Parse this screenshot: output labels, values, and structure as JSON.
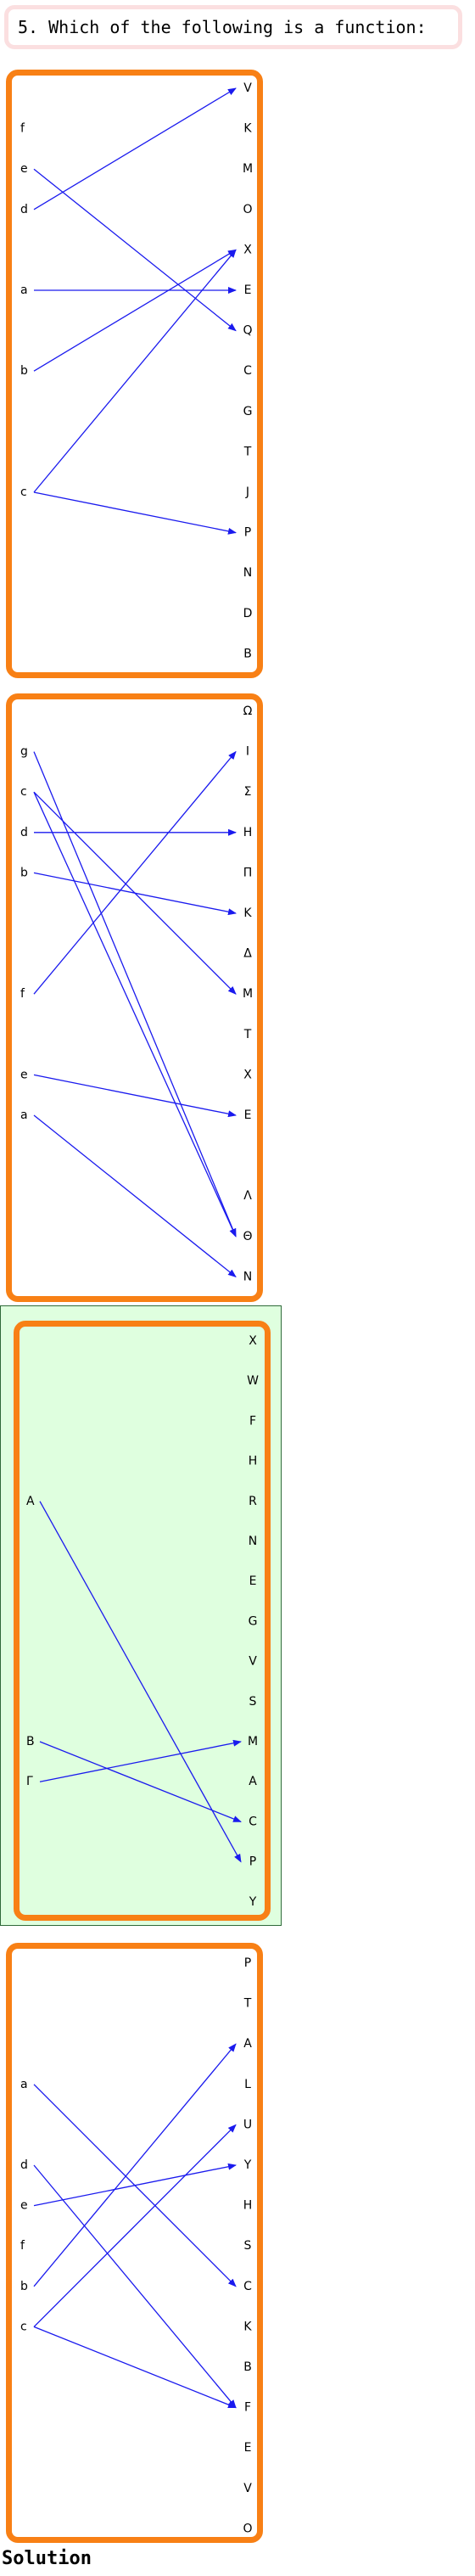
{
  "question": {
    "text": "5. Which of the following is a function:"
  },
  "solution_label": "Solution",
  "colors": {
    "arrow": "#1a1aee",
    "frame": "#f88015",
    "highlight_bg": "#dfffdf",
    "question_border": "#fbdfe0"
  },
  "diagrams": [
    {
      "highlighted": false,
      "domain": [
        "f",
        "e",
        "d",
        "a",
        "b",
        "c"
      ],
      "codomain": [
        "V",
        "K",
        "M",
        "O",
        "X",
        "E",
        "Q",
        "C",
        "G",
        "T",
        "J",
        "P",
        "N",
        "D",
        "B"
      ],
      "arrows": [
        [
          "e",
          "Q"
        ],
        [
          "d",
          "V"
        ],
        [
          "a",
          "E"
        ],
        [
          "b",
          "X"
        ],
        [
          "c",
          "X"
        ],
        [
          "c",
          "P"
        ]
      ]
    },
    {
      "highlighted": false,
      "domain": [
        "g",
        "c",
        "d",
        "b",
        "f",
        "e",
        "a"
      ],
      "codomain": [
        "Ω",
        "I",
        "Σ",
        "H",
        "Π",
        "K",
        "Δ",
        "M",
        "T",
        "X",
        "E",
        "",
        "Λ",
        "Θ",
        "N"
      ],
      "arrows": [
        [
          "g",
          "Θ"
        ],
        [
          "c",
          "M"
        ],
        [
          "c",
          "Θ"
        ],
        [
          "d",
          "H"
        ],
        [
          "b",
          "K"
        ],
        [
          "f",
          "I"
        ],
        [
          "e",
          "E"
        ],
        [
          "a",
          "N"
        ]
      ]
    },
    {
      "highlighted": true,
      "domain": [
        "A",
        "B",
        "Γ"
      ],
      "codomain": [
        "X",
        "W",
        "F",
        "H",
        "R",
        "N",
        "E",
        "G",
        "V",
        "S",
        "M",
        "A",
        "C",
        "P",
        "Y"
      ],
      "arrows": [
        [
          "A",
          "P"
        ],
        [
          "B",
          "C"
        ],
        [
          "Γ",
          "M"
        ]
      ]
    },
    {
      "highlighted": false,
      "domain": [
        "a",
        "d",
        "e",
        "f",
        "b",
        "c"
      ],
      "codomain": [
        "P",
        "T",
        "A",
        "L",
        "U",
        "Y",
        "H",
        "S",
        "C",
        "K",
        "B",
        "F",
        "E",
        "V",
        "O"
      ],
      "arrows": [
        [
          "a",
          "C"
        ],
        [
          "d",
          "F"
        ],
        [
          "e",
          "Y"
        ],
        [
          "b",
          "A"
        ],
        [
          "c",
          "U"
        ],
        [
          "c",
          "F"
        ]
      ]
    }
  ]
}
